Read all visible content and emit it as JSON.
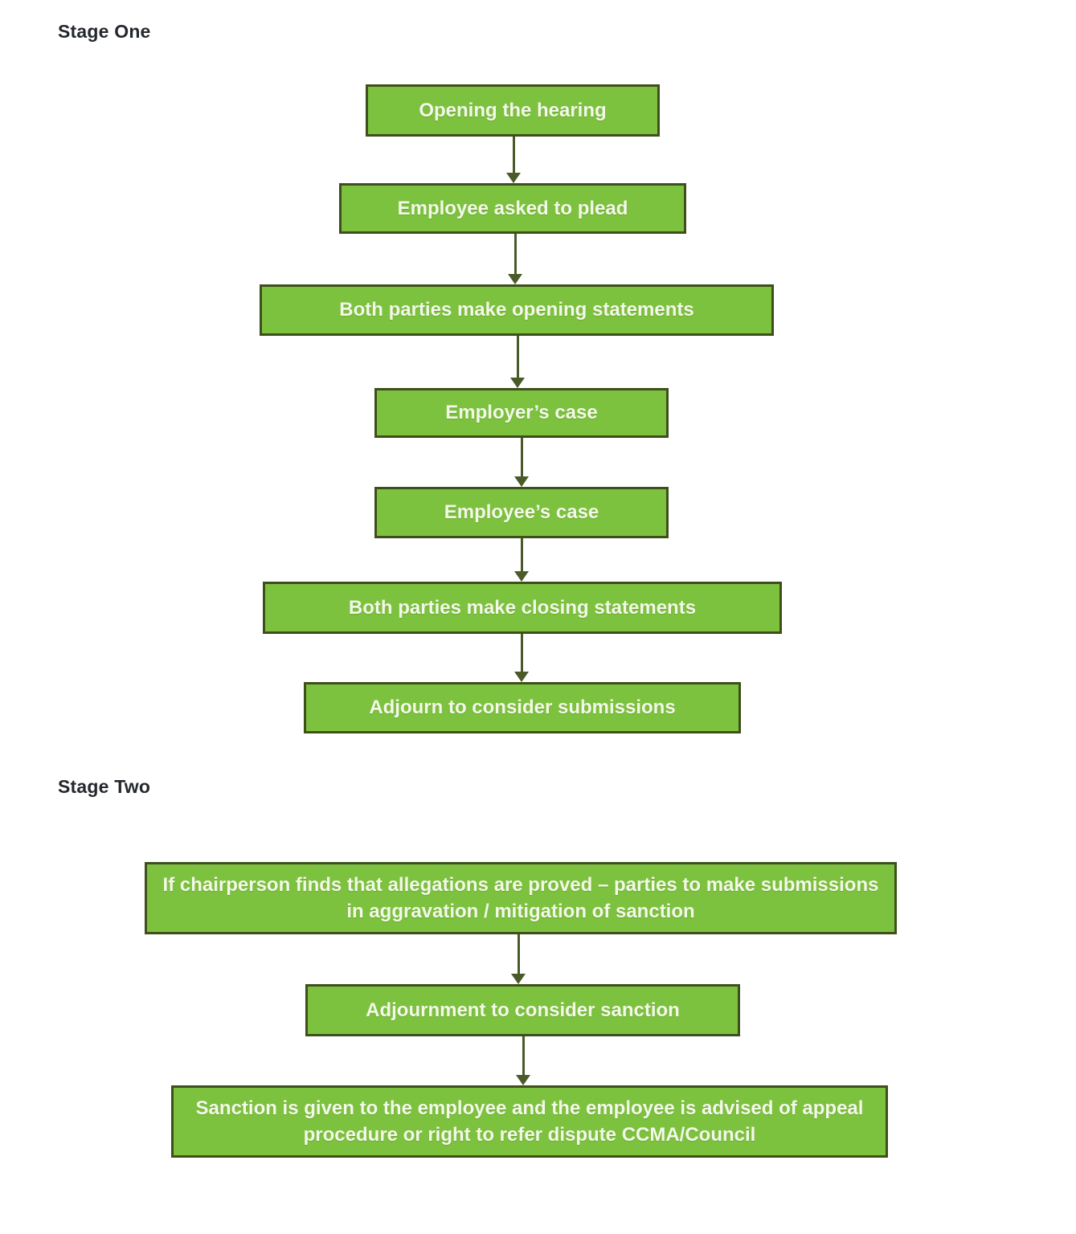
{
  "colors": {
    "page_bg": "#ffffff",
    "box_fill": "#7dc23f",
    "box_border": "#3e4f1c",
    "box_text": "#f3f8e8",
    "arrow": "#4a5a28",
    "heading_text": "#24282d"
  },
  "flowchart": {
    "stage_one": {
      "heading": "Stage One",
      "nodes": [
        {
          "label": "Opening the hearing"
        },
        {
          "label": "Employee asked to plead"
        },
        {
          "label": "Both parties make opening statements"
        },
        {
          "label": "Employer’s case"
        },
        {
          "label": "Employee’s case"
        },
        {
          "label": "Both parties make closing statements"
        },
        {
          "label": "Adjourn to consider submissions"
        }
      ]
    },
    "stage_two": {
      "heading": "Stage Two",
      "nodes": [
        {
          "label": "If chairperson finds that allegations are proved – parties to make submissions in aggravation / mitigation of sanction"
        },
        {
          "label": "Adjournment to consider sanction"
        },
        {
          "label": "Sanction is given to the employee and the employee is advised of appeal procedure or right to refer dispute CCMA/Council"
        }
      ]
    }
  }
}
